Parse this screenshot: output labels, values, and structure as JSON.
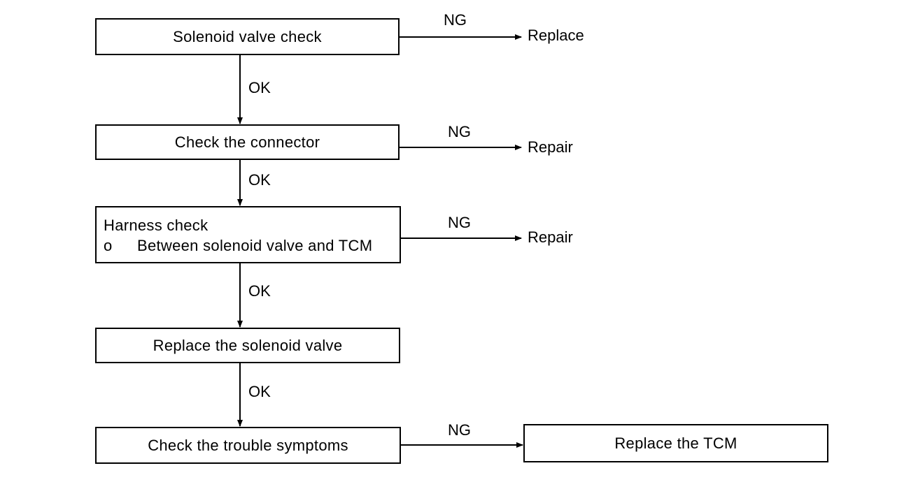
{
  "flowchart": {
    "steps": [
      {
        "text": "Solenoid valve check"
      },
      {
        "text": "Check the connector"
      },
      {
        "title": "Harness check",
        "bullet": "o",
        "item": "Between solenoid valve and TCM"
      },
      {
        "text": "Replace the solenoid valve"
      },
      {
        "text": "Check the trouble symptoms"
      }
    ],
    "ok_labels": [
      "OK",
      "OK",
      "OK",
      "OK"
    ],
    "ng_labels": [
      "NG",
      "NG",
      "NG",
      "NG"
    ],
    "outcomes": [
      "Replace",
      "Repair",
      "Repair"
    ],
    "final_box": "Replace the TCM"
  }
}
